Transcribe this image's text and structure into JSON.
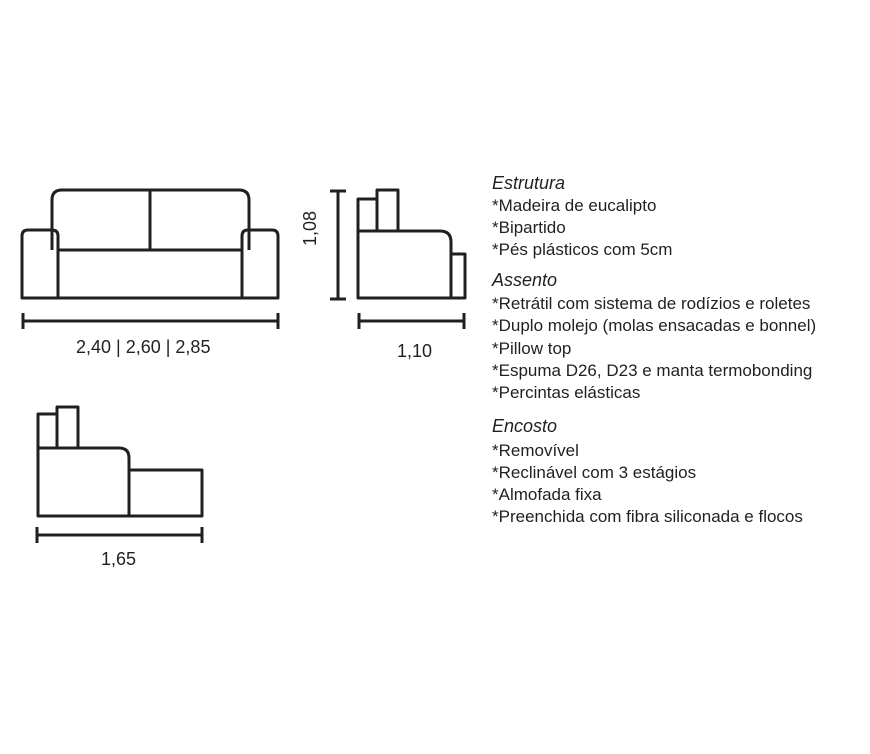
{
  "dimensions": {
    "width_front": "2,40 | 2,60 | 2,85",
    "depth_closed": "1,10",
    "height": "1,08",
    "depth_open": "1,65"
  },
  "specs": [
    {
      "title": "Estrutura",
      "items": [
        "*Madeira de eucalipto",
        "*Bipartido",
        "*Pés plásticos com 5cm"
      ]
    },
    {
      "title": "Assento",
      "items": [
        "*Retrátil com sistema de rodízios e roletes",
        "*Duplo molejo (molas ensacadas e bonnel)",
        "*Pillow top",
        "*Espuma D26, D23 e manta termobonding",
        "*Percintas elásticas"
      ]
    },
    {
      "title": "Encosto",
      "items": [
        "*Removível",
        "*Reclinável com 3 estágios",
        "*Almofada fixa",
        "*Preenchida com fibra siliconada e flocos"
      ]
    }
  ],
  "colors": {
    "line": "#231f20"
  }
}
